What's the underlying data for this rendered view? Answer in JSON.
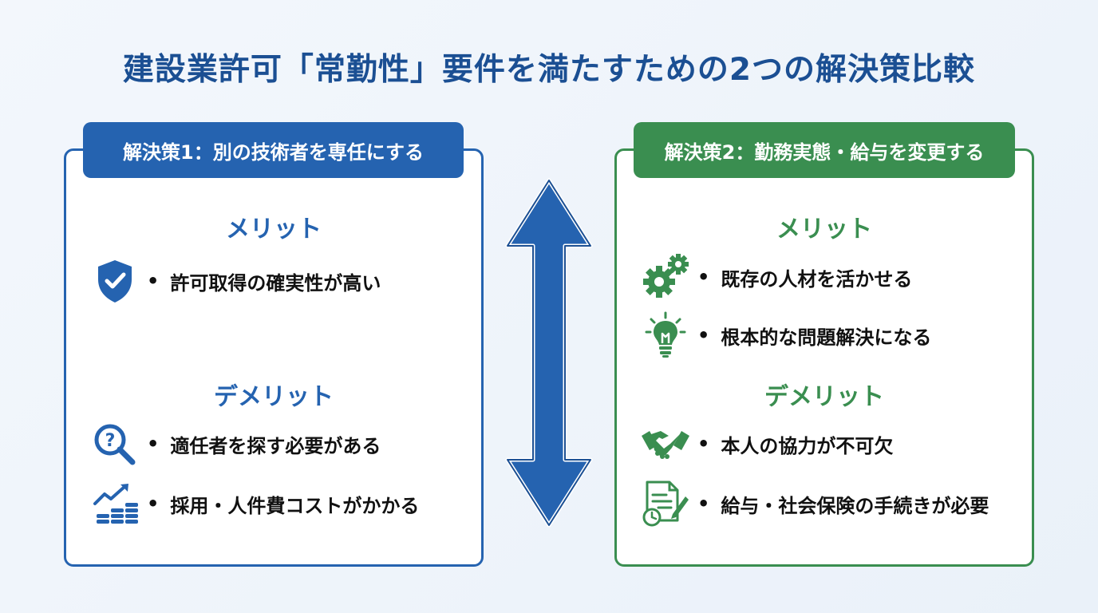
{
  "title": "建設業許可「常勤性」要件を満たすための2つの解決策比較",
  "left": {
    "header": "解決策1：別の技術者を専任にする",
    "merit_title": "メリット",
    "merits": [
      {
        "icon": "shield-check-icon",
        "text": "許可取得の確実性が高い"
      }
    ],
    "demerit_title": "デメリット",
    "demerits": [
      {
        "icon": "magnifier-question-icon",
        "text": "適任者を探す必要がある"
      },
      {
        "icon": "coins-growth-icon",
        "text": "採用・人件費コストがかかる"
      }
    ]
  },
  "right": {
    "header": "解決策2：勤務実態・給与を変更する",
    "merit_title": "メリット",
    "merits": [
      {
        "icon": "gears-icon",
        "text": "既存の人材を活かせる"
      },
      {
        "icon": "lightbulb-icon",
        "text": "根本的な問題解決になる"
      }
    ],
    "demerit_title": "デメリット",
    "demerits": [
      {
        "icon": "handshake-icon",
        "text": "本人の協力が不可欠"
      },
      {
        "icon": "document-clock-icon",
        "text": "給与・社会保険の手続きが必要"
      }
    ]
  },
  "bullet": "•",
  "colors": {
    "title": "#1b4f93",
    "blue": "#2563b0",
    "green": "#3a8e50"
  }
}
